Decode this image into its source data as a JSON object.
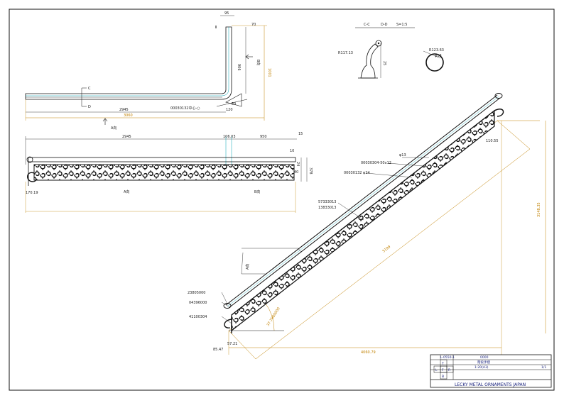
{
  "top_view": {
    "dims": {
      "d95": "95",
      "d2945": "2945",
      "d3060": "3060",
      "d906": "906",
      "d1001": "1001",
      "d50": "50",
      "d120": "120",
      "d70": "70"
    },
    "part_label": "00030132中心-○",
    "view_a": "A向",
    "view_b": "B向",
    "section_c": "C",
    "section_d": "D"
  },
  "section_detail": {
    "title_cc": "C-C",
    "title_dd": "D-D",
    "scale": "S=1:5",
    "r1": "R117.13",
    "d25": "25",
    "r2": "R123.63",
    "dia": "φ13"
  },
  "front_view": {
    "dims": {
      "d2945": "2945",
      "d106": "106.03",
      "d950": "950",
      "d15": "15",
      "d10": "10",
      "d24": "24",
      "d40": "40",
      "d378": "378",
      "d170": "170.19"
    },
    "view_a": "A向",
    "view_b": "B向"
  },
  "stair_view": {
    "dims": {
      "d11055": "110.55",
      "d5199": "5199",
      "d3148": "3148.35",
      "d4060": "4060.79",
      "d8547": "85.47",
      "d5721": "57.21",
      "angle": "37.7880000"
    },
    "parts": {
      "phi13": "φ13",
      "flat": "00030304-50x12",
      "pipe": "00030132 φ24",
      "p1": "57333013",
      "p2": "13833013",
      "p3": "23805000",
      "p4": "04396000",
      "p5": "41100304",
      "sec": "A向"
    }
  },
  "title_block": {
    "drawing_no": "L-0550-1",
    "rev": "0000",
    "name": "階段手摺",
    "scale": "1:20(A3)",
    "sheet": "1/1",
    "cells": [
      "L",
      "T",
      "F",
      "R",
      "B"
    ],
    "company": "LECKY METAL ORNAMENTS JAPAN"
  },
  "colors": {
    "line": "#111111",
    "dimension": "#c08000",
    "centerline": "#00a0b0",
    "title_text": "#1a237e"
  }
}
